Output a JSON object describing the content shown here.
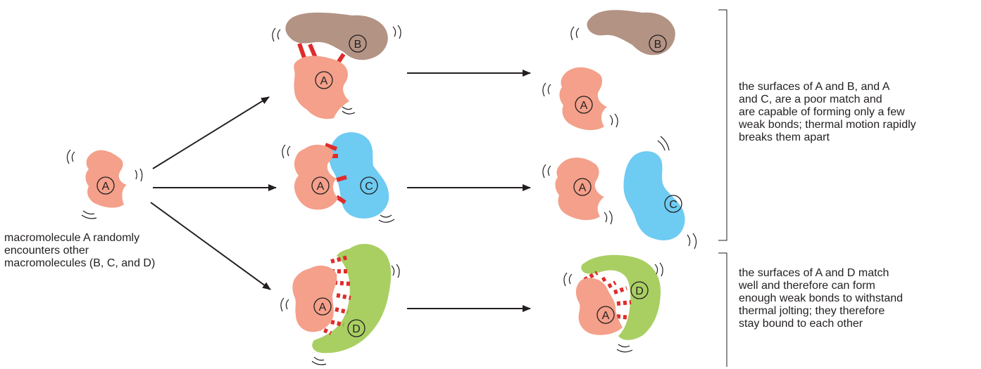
{
  "molecule_labels": {
    "a": "A",
    "b": "B",
    "c": "C",
    "d": "D"
  },
  "captions": {
    "left": "macromolecule A randomly\nencounters other\nmacromolecules (B, C, and D)",
    "weak": "the surfaces of A and B, and A\nand C, are a poor match and\nare capable of forming only a few\nweak bonds; thermal motion rapidly\nbreaks them apart",
    "strong": "the surfaces of A and D match\nwell and therefore can form\nenough weak bonds to withstand\nthermal jolting; they therefore\nstay bound to each other"
  },
  "colors": {
    "molecule_a": "#f4a08a",
    "molecule_b": "#b39384",
    "molecule_c": "#6ecbf2",
    "molecule_d": "#a9cf63",
    "bond": "#e02b2b",
    "arrow": "#231f20"
  }
}
